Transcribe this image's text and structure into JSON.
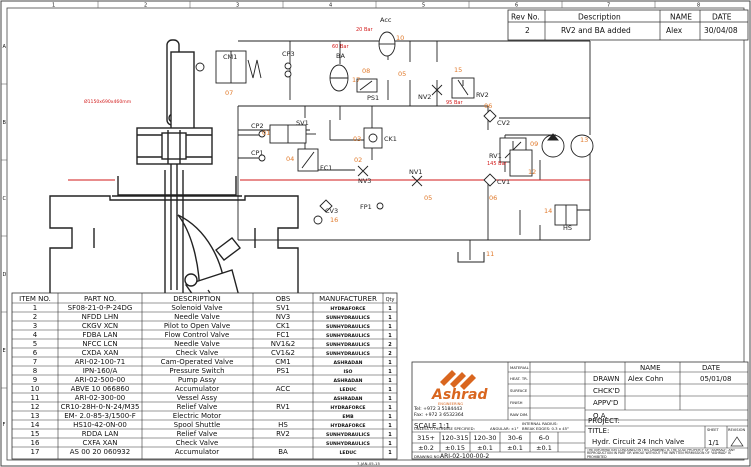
{
  "revision_table": {
    "headers": [
      "Rev No.",
      "Description",
      "NAME",
      "DATE"
    ],
    "rows": [
      [
        "2",
        "RV2 and BA added",
        "Alex",
        "30/04/08"
      ]
    ]
  },
  "grid_labels": {
    "top": [
      "1",
      "2",
      "3",
      "4",
      "5",
      "6",
      "7",
      "8"
    ],
    "left": [
      "A",
      "B",
      "C",
      "D",
      "E",
      "F"
    ]
  },
  "diagram": {
    "valve_dimension": "Ø1150x690x460mm",
    "components": {
      "cm1": "CM1",
      "n07": "07",
      "cp3": "CP3",
      "ba_pressure": "60 Bar",
      "ba": "BA",
      "n17": "17",
      "acc_pressure": "20 Bar",
      "acc": "Acc",
      "n10": "10",
      "n08": "08",
      "ps1": "PS1",
      "n05a": "05",
      "nv2": "NV2",
      "n15": "15",
      "rv2": "RV2",
      "rv2_pressure": "95 Bar",
      "n06a": "06",
      "cv2": "CV2",
      "cp2": "CP2",
      "n01": "01",
      "sv1": "SV1",
      "n03": "03",
      "ck1": "CK1",
      "cp1": "CP1",
      "n04": "04",
      "fc1": "FC1",
      "n02": "02",
      "nv3": "NV3",
      "nv1": "NV1",
      "n05b": "05",
      "rv1": "RV1",
      "rv1_pressure": "145 Bar",
      "n09": "09",
      "n12": "12",
      "n13": "13",
      "cv1": "CV1",
      "n06b": "06",
      "cv3": "CV3",
      "n16": "16",
      "fp1": "FP1",
      "n14": "14",
      "hs": "HS",
      "n11": "11"
    }
  },
  "parts_list": {
    "headers": [
      "ITEM NO.",
      "PART NO.",
      "DESCRIPTION",
      "OBS",
      "MANUFACTURER",
      "Qty"
    ],
    "rows": [
      [
        "1",
        "SF08-21-0-P-24DG",
        "Solenoid Valve",
        "SV1",
        "HYDRAFORCE",
        "1"
      ],
      [
        "2",
        "NFDD LHN",
        "Needle Valve",
        "NV3",
        "SUNHYDRAULICS",
        "1"
      ],
      [
        "3",
        "CKGV XCN",
        "Pilot to Open Valve",
        "CK1",
        "SUNHYDRAULICS",
        "1"
      ],
      [
        "4",
        "FDBA LAN",
        "Flow Control Valve",
        "FC1",
        "SUNHYDRAULICS",
        "1"
      ],
      [
        "5",
        "NFCC LCN",
        "Needle Valve",
        "NV1&2",
        "SUNHYDRAULICS",
        "2"
      ],
      [
        "6",
        "CXDA XAN",
        "Check Valve",
        "CV1&2",
        "SUNHYDRAULICS",
        "2"
      ],
      [
        "7",
        "ARI-02-100-71",
        "Cam-Operated Valve",
        "CM1",
        "ASHRADAN",
        "1"
      ],
      [
        "8",
        "IPN-160/A",
        "Pressure Switch",
        "PS1",
        "ISO",
        "1"
      ],
      [
        "9",
        "ARI-02-500-00",
        "Pump Assy",
        "",
        "ASHRADAN",
        "1"
      ],
      [
        "10",
        "ABVE 10 066860",
        "Accumulator",
        "ACC",
        "LEDUC",
        "1"
      ],
      [
        "11",
        "ARI-02-300-00",
        "Vessel Assy",
        "",
        "ASHRADAN",
        "1"
      ],
      [
        "12",
        "CR10-28H-0-N-24/M35",
        "Relief Valve",
        "RV1",
        "HYDRAFORCE",
        "1"
      ],
      [
        "13",
        "EM- 2.0-85-3/1500-F",
        "Electric Motor",
        "",
        "EMB",
        "1"
      ],
      [
        "14",
        "HS10-42-0N-00",
        "Spool Shuttle",
        "HS",
        "HYDRAFORCE",
        "1"
      ],
      [
        "15",
        "RDDA LAN",
        "Relief Valve",
        "RV2",
        "SUNHYDRAULICS",
        "1"
      ],
      [
        "16",
        "CXFA XAN",
        "Check Valve",
        "",
        "SUNHYDRAULICS",
        "1"
      ],
      [
        "17",
        "AS 00 20 060932",
        "Accumulator",
        "BA",
        "LEDUC",
        "1"
      ]
    ]
  },
  "title_block": {
    "company": "Ashrad",
    "company_sub": "ENGINEERING",
    "tel": "Tel: +972 3 5184443",
    "fax": "Fax: +972 3 6532364",
    "scale": "SCALE 1:1",
    "tol_header": "UNLESS OTHERWISE SPECIFIED:",
    "angular": "ANGULAR: ±1°",
    "tol_ranges": [
      "315+",
      "120-315",
      "120-30",
      "30-6",
      "6-0"
    ],
    "tol_values": [
      "±0.2",
      "±0.15",
      "±0.1",
      "±0.1",
      "±0.1"
    ],
    "material_rows": [
      "MATERIAL",
      "HEAT. TR.",
      "SURFACE",
      "FINISH",
      "RAW DIM."
    ],
    "internal_radius": "INTERNAL RADIUS:",
    "break_edges": "BREAK EDGES: 0.3 x 45°",
    "drawing_no_label": "DRAWING NO.",
    "drawing_no": "ARI-02-100-00-2",
    "sign_header_name": "NAME",
    "sign_header_date": "DATE",
    "sign_rows": [
      {
        "role": "DRAWN",
        "name": "Alex Cohn",
        "date": "05/01/08"
      },
      {
        "role": "CHCK'D",
        "name": "",
        "date": ""
      },
      {
        "role": "APPV'D",
        "name": "",
        "date": ""
      },
      {
        "role": "Q.A.",
        "name": "",
        "date": ""
      }
    ],
    "project_label": "PROJECT:",
    "title_label": "TITLE:",
    "title_value": "Hydr. Circuit 24 Inch Valve",
    "sheet_label": "SHEET",
    "sheet_value": "1/1",
    "revision_label": "REVISION",
    "notice": "THE INFORMATION CONTAINED IN THIS DRAWING IS THE SOLE PROPERTY OF \"ASHRAD\". ANY REPRODUCTION IN PART OR WHOLE WITHOUT THE WRITTEN PERMISSION OF \"ASHRAD\" IS PROHIBITED",
    "bottom_tag": "7-JAN-05-15"
  },
  "colors": {
    "line": "#111111",
    "pressure_line": "#d21a1a",
    "tag": "#e0792a",
    "logo": "#d9661f"
  }
}
